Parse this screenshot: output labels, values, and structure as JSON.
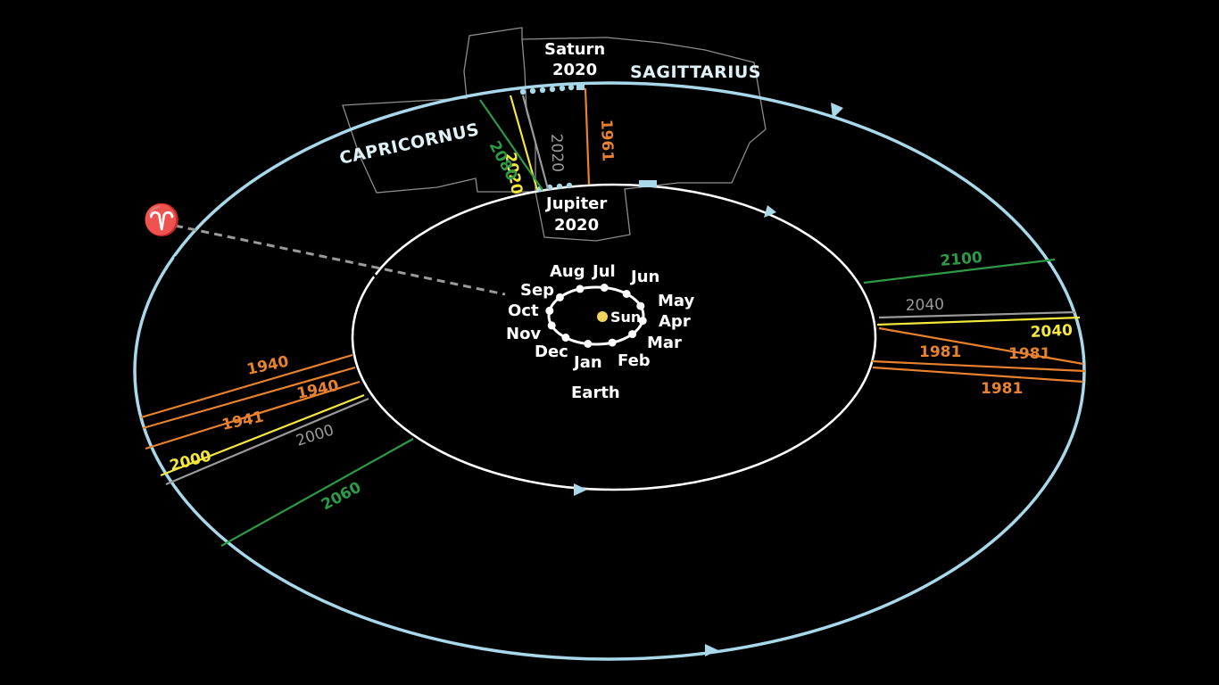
{
  "colors": {
    "background": "#000000",
    "saturn_orbit": "#a8d8ea",
    "jupiter_orbit": "#ffffff",
    "earth_orbit": "#ffffff",
    "sun": "#f2d45c",
    "orange": "#e8822e",
    "yellow": "#f4e83c",
    "green": "#2d9a46",
    "gray": "#9a9a9a",
    "constellation_outline": "#8c8c8c"
  },
  "labels": {
    "saturn_name": "Saturn",
    "saturn_year": "2020",
    "jupiter_name": "Jupiter",
    "jupiter_year": "2020",
    "sun": "Sun",
    "earth": "Earth",
    "vernal_equinox_symbol": "♈"
  },
  "constellations": {
    "capricornus": "CAPRICORNUS",
    "sagittarius": "SAGITTARIUS"
  },
  "months": [
    "Jan",
    "Feb",
    "Mar",
    "Apr",
    "May",
    "Jun",
    "Jul",
    "Aug",
    "Sep",
    "Oct",
    "Nov",
    "Dec"
  ],
  "conjunction_lines": [
    {
      "id": "c1940a",
      "year": "1940",
      "color": "orange"
    },
    {
      "id": "c1940b",
      "year": "1940",
      "color": "orange"
    },
    {
      "id": "c1941",
      "year": "1941",
      "color": "orange"
    },
    {
      "id": "c2000y",
      "year": "2000",
      "color": "yellow"
    },
    {
      "id": "c2000g",
      "year": "2000",
      "color": "gray"
    },
    {
      "id": "c2060",
      "year": "2060",
      "color": "green"
    },
    {
      "id": "c2100",
      "year": "2100",
      "color": "green"
    },
    {
      "id": "c2040g",
      "year": "2040",
      "color": "gray"
    },
    {
      "id": "c2040y",
      "year": "2040",
      "color": "yellow"
    },
    {
      "id": "c1981a",
      "year": "1981",
      "color": "orange"
    },
    {
      "id": "c1981b",
      "year": "1981",
      "color": "orange"
    },
    {
      "id": "c1981c",
      "year": "1981",
      "color": "orange"
    },
    {
      "id": "c2020y",
      "year": "2020",
      "color": "yellow"
    },
    {
      "id": "c2080",
      "year": "2080",
      "color": "green"
    },
    {
      "id": "c2020g",
      "year": "2020",
      "color": "gray"
    },
    {
      "id": "c1961",
      "year": "1961",
      "color": "orange"
    }
  ]
}
